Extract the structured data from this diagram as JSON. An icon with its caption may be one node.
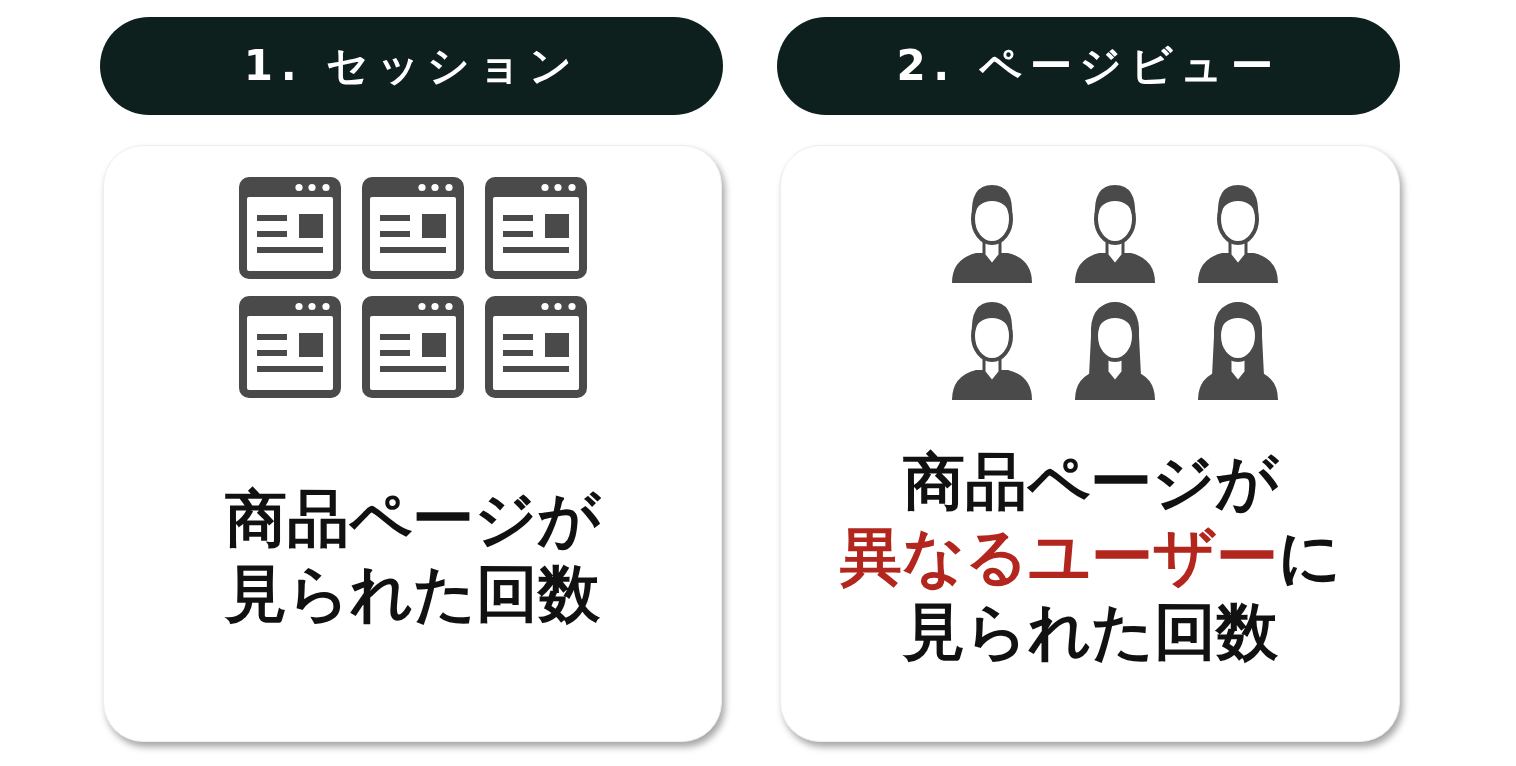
{
  "diagram": {
    "nodes": [
      {
        "text": [
          "1. セッション"
        ]
      },
      {
        "text": [
          "2. ページビュー"
        ]
      },
      {
        "text": [
          "商品ページが見られた回数"
        ]
      },
      {
        "text": [
          "商品ページが**異なるユーザー**に見られた回数"
        ]
      }
    ]
  }
}
